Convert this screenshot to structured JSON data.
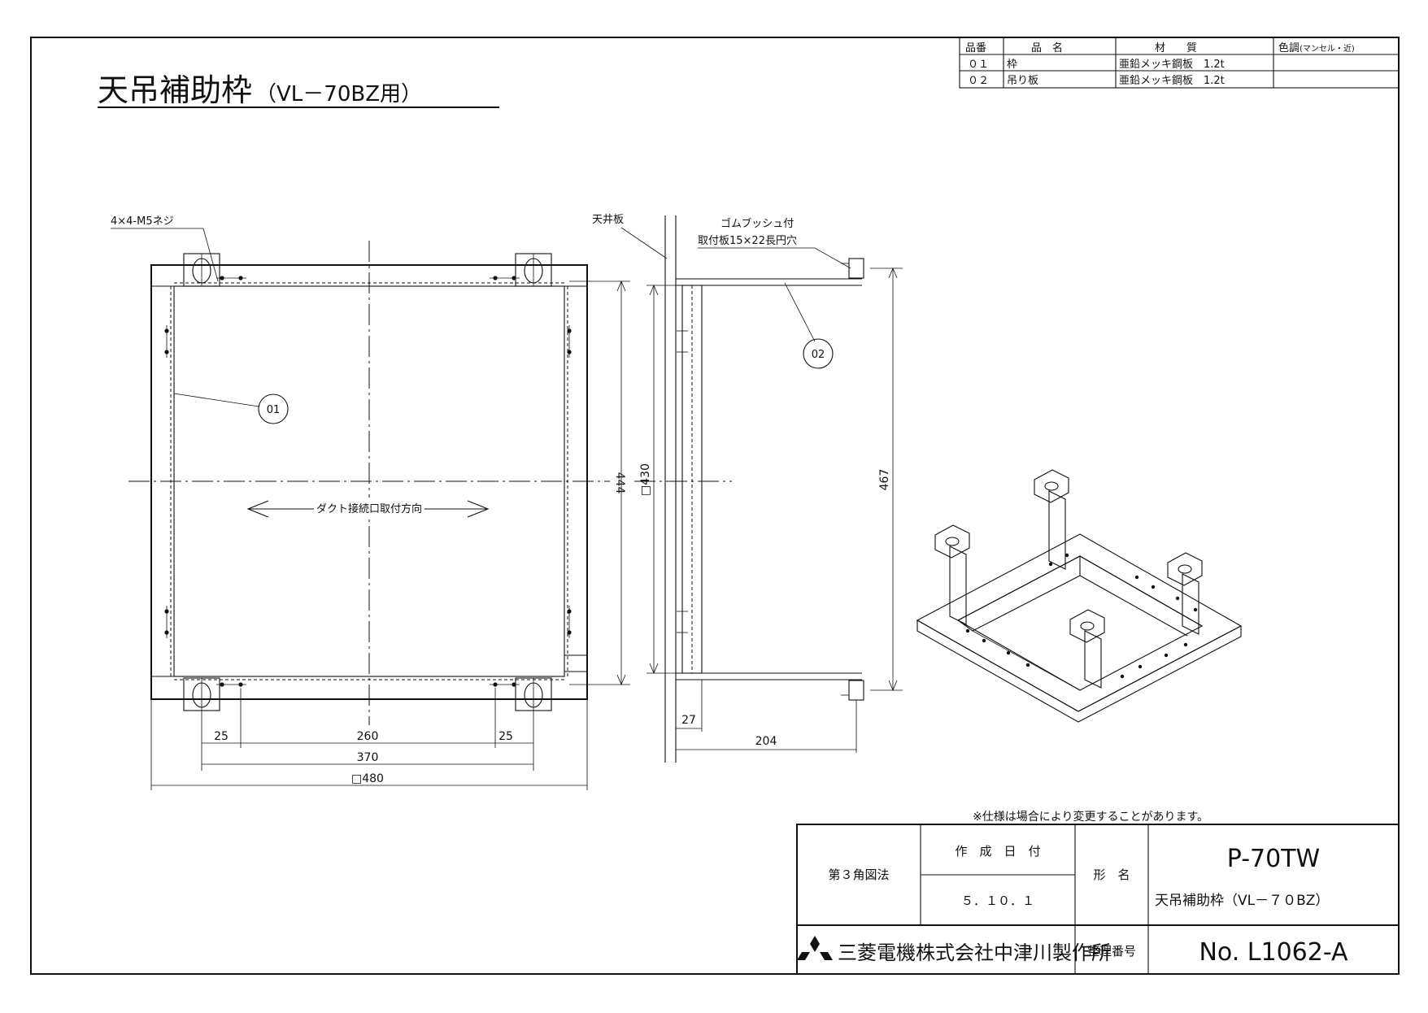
{
  "title": {
    "main": "天吊補助枠",
    "sub": "（VL－70BZ用）"
  },
  "parts_table": {
    "headers": {
      "no": "品番",
      "name": "品　名",
      "material": "材　　質",
      "color": "色調",
      "color_note": "(マンセル・近)"
    },
    "rows": [
      {
        "no": "０１",
        "name": "枠",
        "material": "亜鉛メッキ鋼板　1.2t",
        "color": ""
      },
      {
        "no": "０２",
        "name": "吊り板",
        "material": "亜鉛メッキ鋼板　1.2t",
        "color": ""
      }
    ]
  },
  "front_view": {
    "screw_label": "4×4-M5ネジ",
    "part_tag": "01",
    "duct_direction": "ダクト接続口取付方向",
    "dims": {
      "d25_left": "25",
      "d260": "260",
      "d25_right": "25",
      "d370": "370",
      "d480": "□480",
      "d444": "444"
    }
  },
  "side_view": {
    "ceiling_label": "天井板",
    "bush_label_1": "ゴムブッシュ付",
    "bush_label_2": "取付板15×22長円穴",
    "part_tag": "02",
    "dims": {
      "d430": "□430",
      "d467": "467",
      "d27": "27",
      "d204": "204"
    }
  },
  "note": "※仕様は場合により変更することがあります。",
  "title_block": {
    "projection": "第３角図法",
    "date_label": "作　成　日　付",
    "date_value": "５．１０．１",
    "model_label": "形　名",
    "model_value": "P-70TW",
    "model_desc": "天吊補助枠（VL－７０BZ）",
    "company": "三菱電機株式会社中津川製作所",
    "ref_label": "整理番号",
    "ref_value": "No. L1062-A"
  }
}
